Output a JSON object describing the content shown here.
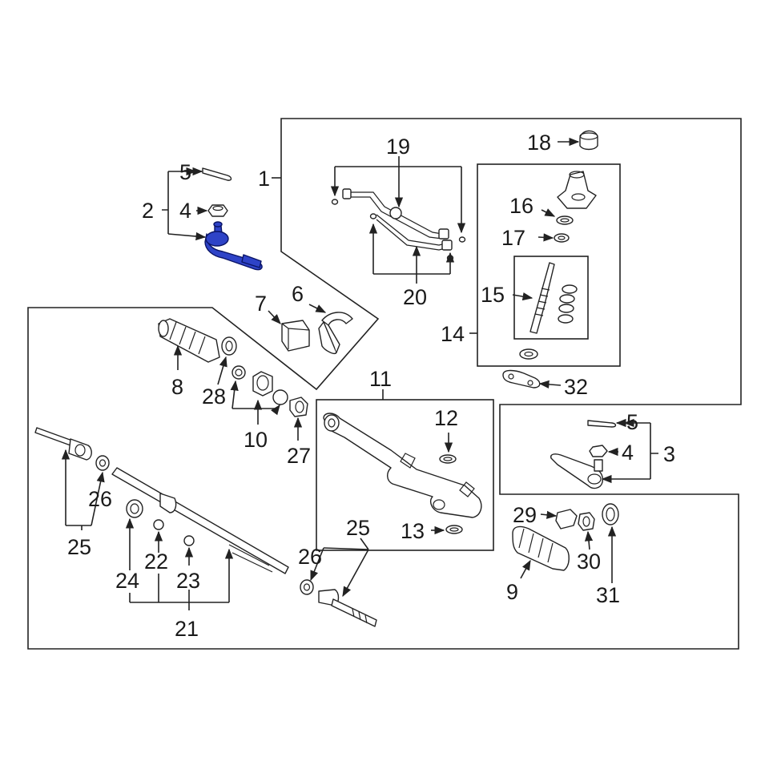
{
  "colors": {
    "highlight": "#2e43c7",
    "line": "#222222",
    "background": "#ffffff"
  },
  "callouts": {
    "c1": "1",
    "c2": "2",
    "c3": "3",
    "c4a": "4",
    "c4b": "4",
    "c5a": "5",
    "c5b": "5",
    "c6": "6",
    "c7": "7",
    "c8": "8",
    "c9": "9",
    "c10": "10",
    "c11": "11",
    "c12": "12",
    "c13": "13",
    "c14": "14",
    "c15": "15",
    "c16": "16",
    "c17": "17",
    "c18": "18",
    "c19": "19",
    "c20": "20",
    "c21": "21",
    "c22": "22",
    "c23": "23",
    "c24": "24",
    "c25a": "25",
    "c25b": "25",
    "c26a": "26",
    "c26b": "26",
    "c27": "27",
    "c28": "28",
    "c29": "29",
    "c30": "30",
    "c31": "31",
    "c32": "32"
  }
}
